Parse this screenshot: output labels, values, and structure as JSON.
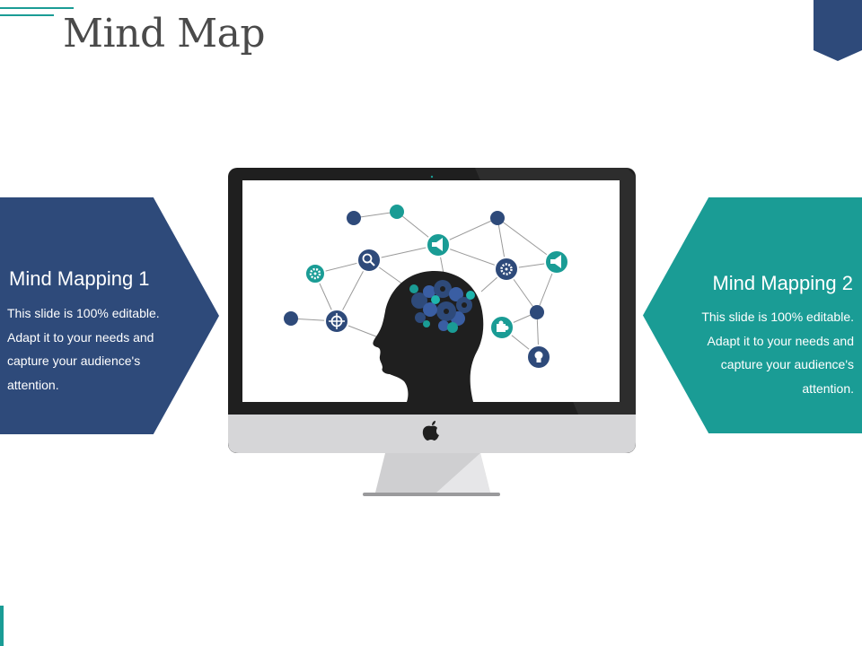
{
  "slide": {
    "title": "Mind Map"
  },
  "panels": {
    "left": {
      "heading": "Mind Mapping 1",
      "lines": [
        "This slide is 100% editable.",
        "Adapt it to your needs and",
        "capture your audience's",
        "attention."
      ]
    },
    "right": {
      "heading": "Mind Mapping 2",
      "lines": [
        "This slide is 100% editable.",
        "Adapt it to your needs and",
        "capture your audience's",
        "attention."
      ]
    }
  },
  "colors": {
    "navy": "#2e4a7a",
    "teal": "#1a9c95",
    "title_text": "#4a4a4a",
    "monitor_bezel": "#1f1f1f",
    "monitor_chin": "#d6d6d8"
  },
  "icons": [
    "search-icon",
    "megaphone-icon",
    "gear-icon",
    "target-icon",
    "puzzle-icon",
    "lightbulb-icon",
    "apple-logo-icon",
    "brain-gears-icon"
  ]
}
